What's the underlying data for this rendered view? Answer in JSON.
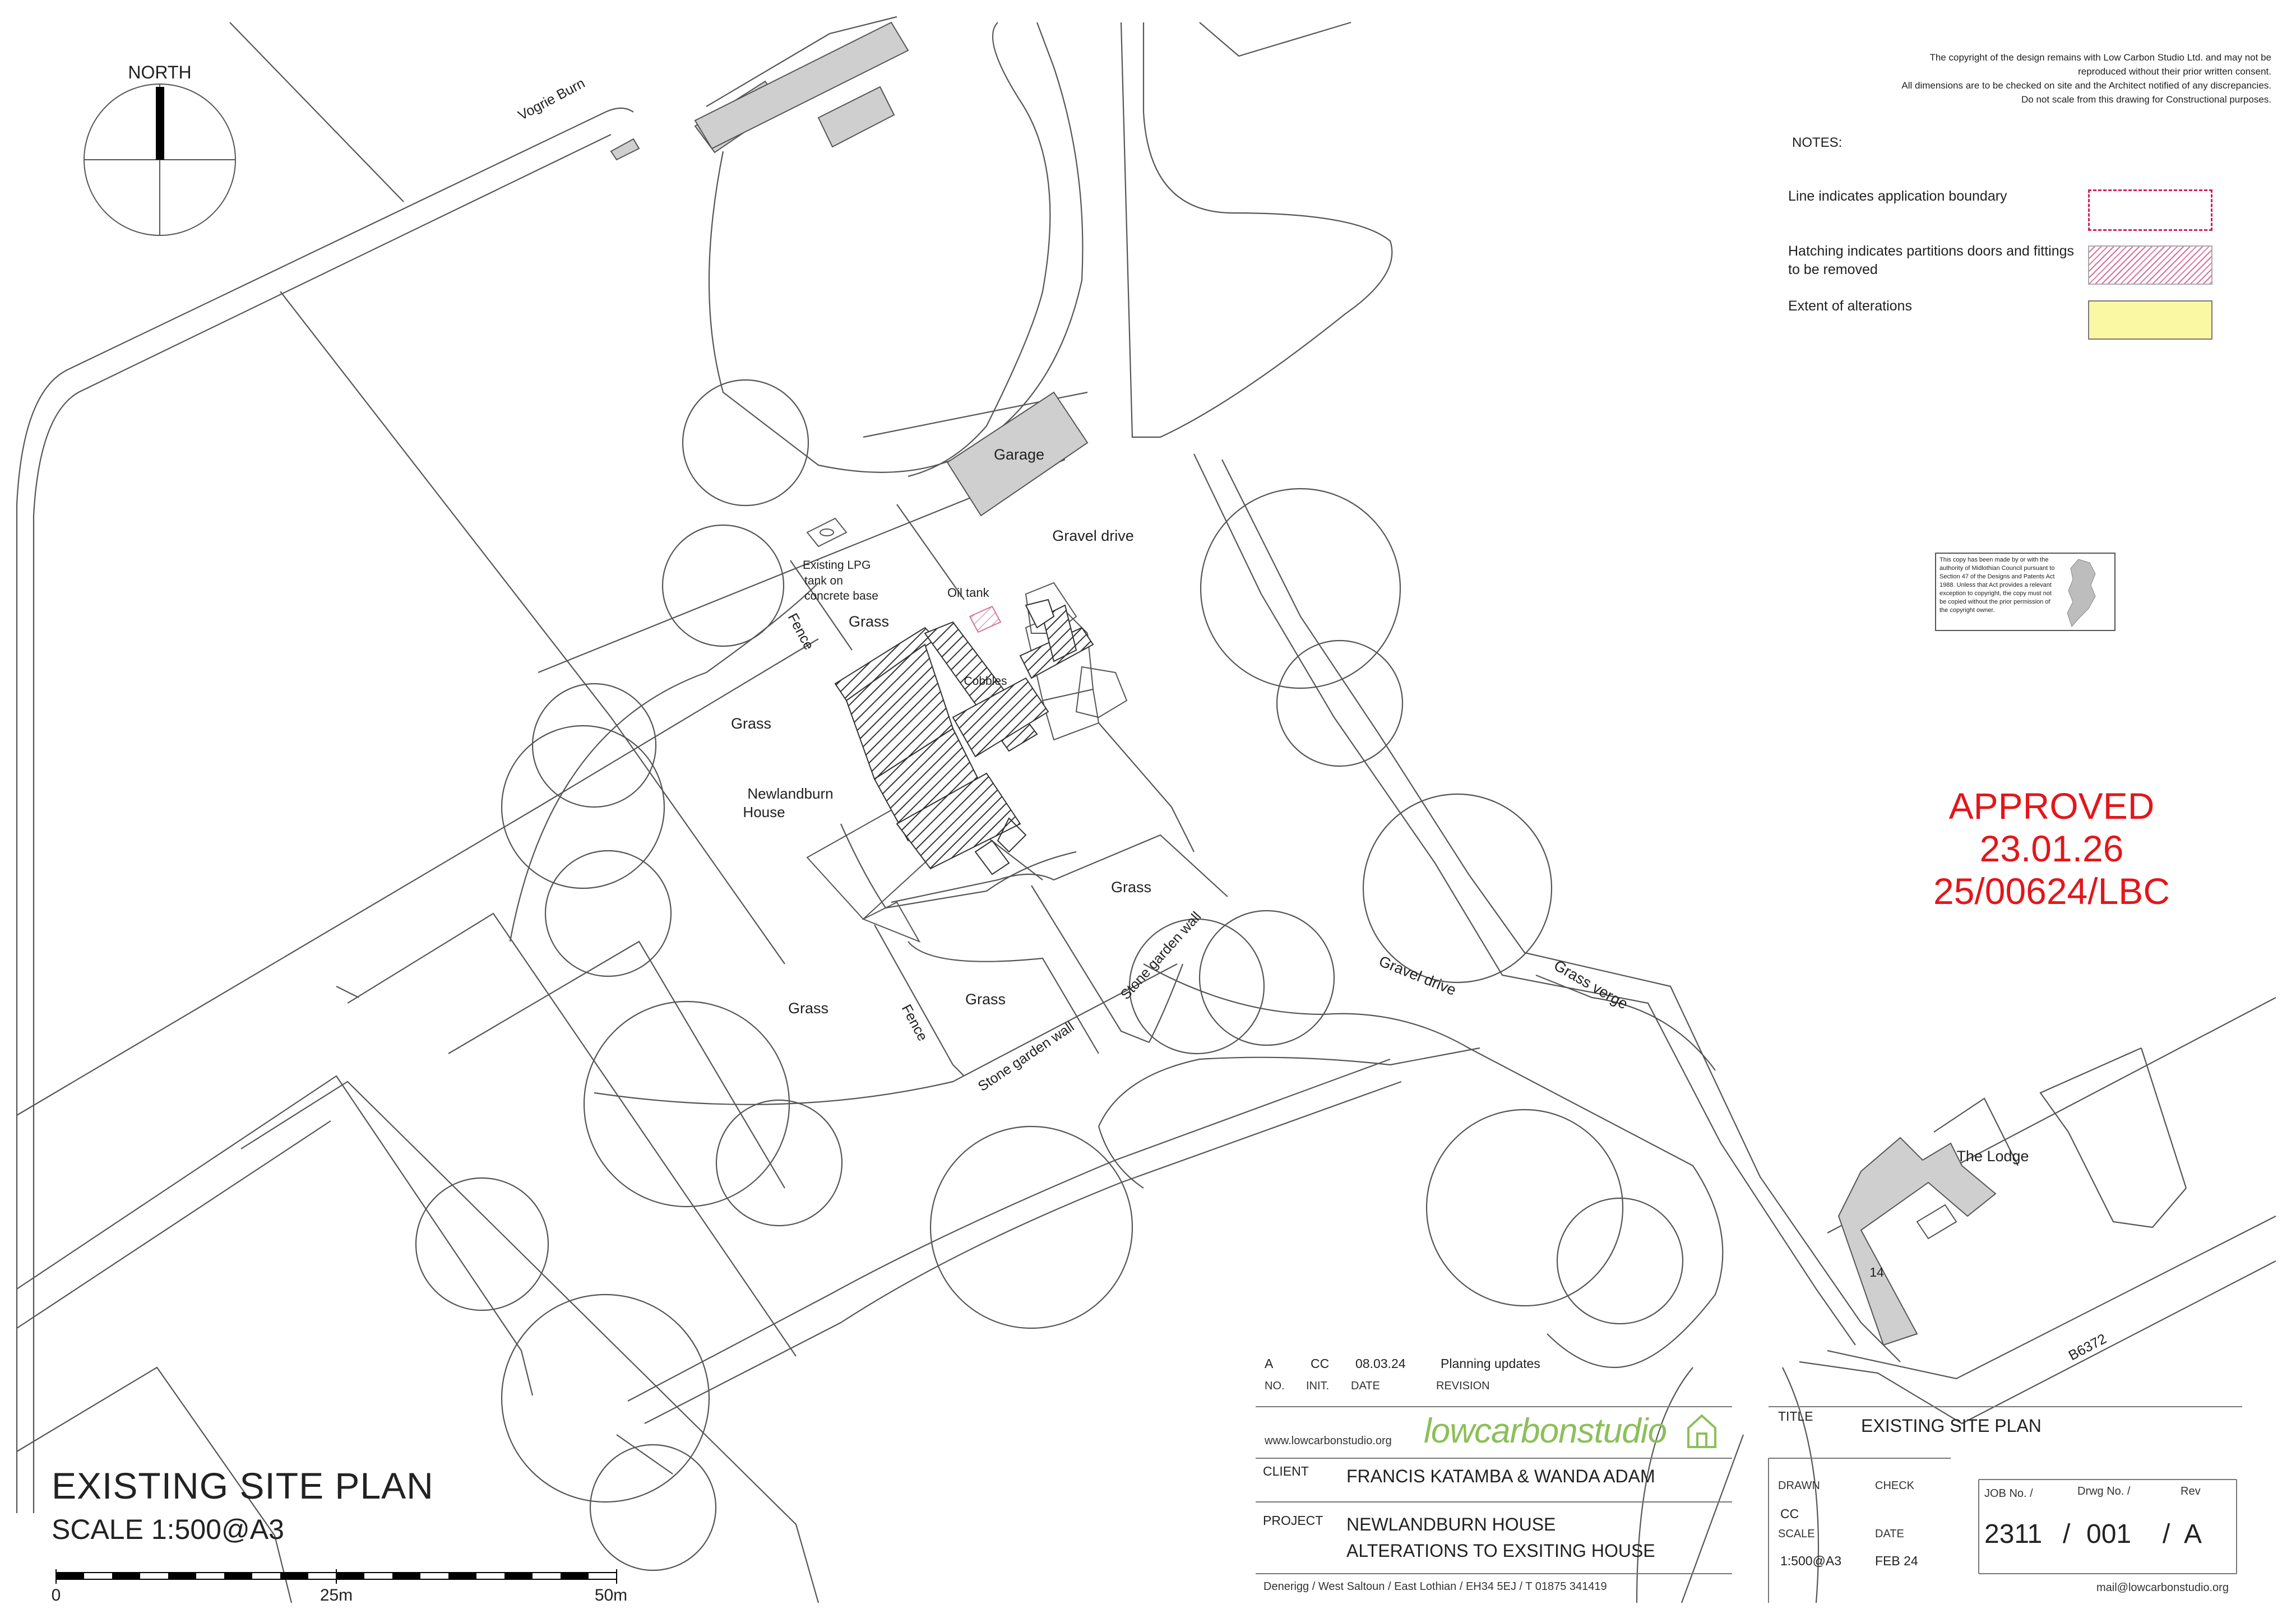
{
  "copyright_notice": [
    "The copyright of the design remains with Low Carbon Studio Ltd. and may not be",
    "reproduced without their prior written consent.",
    "All dimensions are to be checked on site and the Architect notified of any discrepancies.",
    "Do not scale from this drawing for Constructional purposes."
  ],
  "notes": {
    "title": "NOTES:",
    "items": [
      {
        "text": "Line indicates application boundary",
        "swatch": "boundary",
        "color": "#d21e5a"
      },
      {
        "text": "Hatching indicates partitions doors and fittings to be removed",
        "swatch": "hatch",
        "color": "#d8709a"
      },
      {
        "text": "Extent of alterations",
        "swatch": "fill",
        "color": "#fbf8a4"
      }
    ]
  },
  "stamp_text": "This copy has been made by or with the authority of Midlothian Council pursuant to Section 47 of the Designs and Patents Act 1988. Unless that Act provides a relevant exception to copyright, the copy must not be copied without the prior permission of the copyright owner.",
  "approval": {
    "line1": "APPROVED",
    "line2": "23.01.26",
    "line3": "25/00624/LBC",
    "color": "#e3161b"
  },
  "north_label": "NORTH",
  "map_labels": {
    "vogrie_burn": "Vogrie Burn",
    "garage": "Garage",
    "gravel_drive_top": "Gravel drive",
    "existing_lpg": [
      "Existing LPG",
      "tank on",
      "concrete base"
    ],
    "oil_tank": "Oil tank",
    "grass_top": "Grass",
    "cobbles": "Cobbles",
    "fence_top": "Fence",
    "grass_left": "Grass",
    "house": [
      "Newlandburn",
      "House"
    ],
    "grass_right": "Grass",
    "stone_wall_upper": "Stone garden wall",
    "gravel_drive_lower": "Gravel drive",
    "grass_verge": "Grass verge",
    "grass_bottom_left": "Grass",
    "fence_bottom": "Fence",
    "grass_bottom_mid": "Grass",
    "stone_wall_lower": "Stone garden wall",
    "the_lodge": "The Lodge",
    "plot_14": "14",
    "road": "B6372"
  },
  "drawing_title": "EXISTING SITE PLAN",
  "drawing_scale": "SCALE 1:500@A3",
  "scale_bar": {
    "labels": [
      "0",
      "25m",
      "50m"
    ]
  },
  "revision": {
    "rev": "A",
    "init": "CC",
    "date": "08.03.24",
    "description": "Planning updates",
    "headers": [
      "NO.",
      "INIT.",
      "DATE",
      "REVISION"
    ]
  },
  "title_block": {
    "website": "www.lowcarbonstudio.org",
    "logo_text": "lowcarbonstudio",
    "title_label": "TITLE",
    "title": "EXISTING SITE PLAN",
    "client_label": "CLIENT",
    "client": "FRANCIS KATAMBA & WANDA ADAM",
    "project_label": "PROJECT",
    "project_line1": "NEWLANDBURN HOUSE",
    "project_line2": "ALTERATIONS TO EXSITING HOUSE",
    "drawn_label": "DRAWN",
    "drawn": "CC",
    "check_label": "CHECK",
    "scale_label": "SCALE",
    "scale": "1:500@A3",
    "date_label": "DATE",
    "date": "FEB 24",
    "job_label": "JOB No. /",
    "drwg_label": "Drwg No. /",
    "rev_label": "Rev",
    "job_no": "2311",
    "drwg_no": "001",
    "rev": "A",
    "address": "Denerigg / West Saltoun  / East Lothian / EH34 5EJ / T 01875 341419",
    "email": "mail@lowcarbonstudio.org",
    "logo_color": "#8cbf5a"
  }
}
